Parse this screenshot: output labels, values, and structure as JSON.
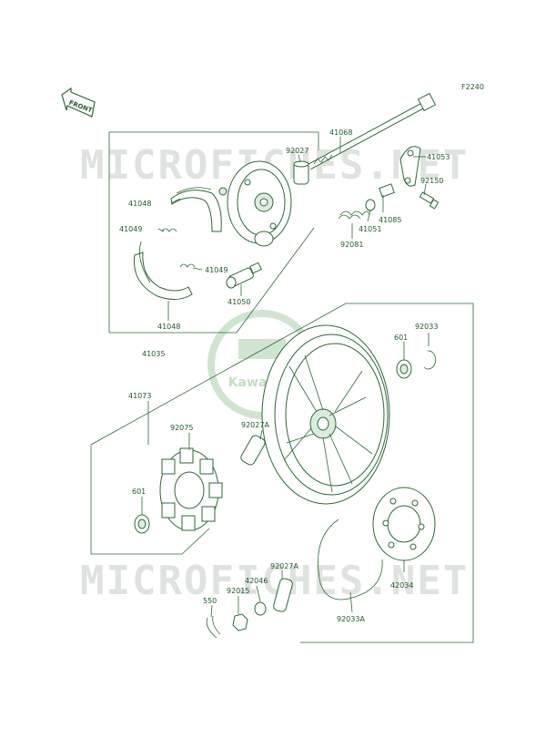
{
  "figure_code": "F2240",
  "front_label": "FRONT",
  "watermark_text": "MICROFICHES.NET",
  "logo_text": "Kawasaki",
  "colors": {
    "line": "#2b6a35",
    "label": "#1f5a2a",
    "watermark": "#dfe3df",
    "logo": "#cfe5cf"
  },
  "labels": {
    "p41068": "41068",
    "p92027": "92027",
    "p41053": "41053",
    "p41048_top": "41048",
    "p92150": "92150",
    "p41085": "41085",
    "p41051": "41051",
    "p41049_a": "41049",
    "p41049_b": "41049",
    "p92081": "92081",
    "p41050": "41050",
    "p41048_bot": "41048",
    "p41035": "41035",
    "p92033": "92033",
    "p601_right": "601",
    "p41073": "41073",
    "p92075": "92075",
    "p92027A": "92027A",
    "p601_left": "601",
    "p92027A_b": "92027A",
    "p42046": "42046",
    "p92015": "92015",
    "p550": "550",
    "p42034": "42034",
    "p92033A": "92033A"
  }
}
